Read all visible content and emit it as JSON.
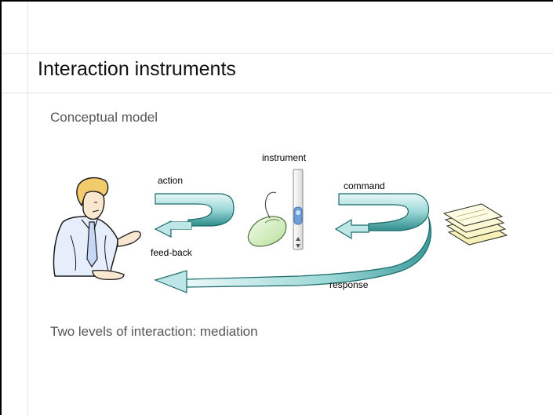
{
  "slide": {
    "title": "Interaction instruments",
    "subtitle": "Conceptual model",
    "footer_text": "Two levels of interaction: mediation"
  },
  "diagram": {
    "labels": {
      "instrument": "instrument",
      "action": "action",
      "command": "command",
      "feedback": "feed-back",
      "response": "response"
    },
    "icons": [
      "user-clipart-icon",
      "mouse-icon",
      "scrollbar-icon",
      "document-stack-icon"
    ],
    "colors": {
      "arrow_fill": "#3a9a9a",
      "arrow_light": "#bfe6e6",
      "mouse_fill": "#d9f0c8",
      "paper_fill": "#fbf7c8"
    }
  }
}
